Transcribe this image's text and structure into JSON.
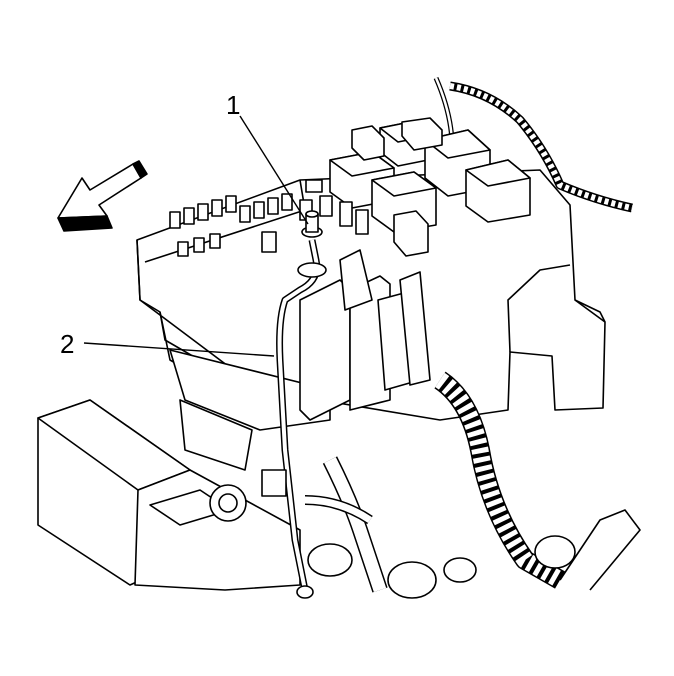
{
  "diagram": {
    "callouts": [
      {
        "id": "1",
        "text": "1"
      },
      {
        "id": "2",
        "text": "2"
      }
    ],
    "direction_arrow": "arrow-pointing-forward-left",
    "line_color": "#000000",
    "background_color": "#ffffff"
  }
}
